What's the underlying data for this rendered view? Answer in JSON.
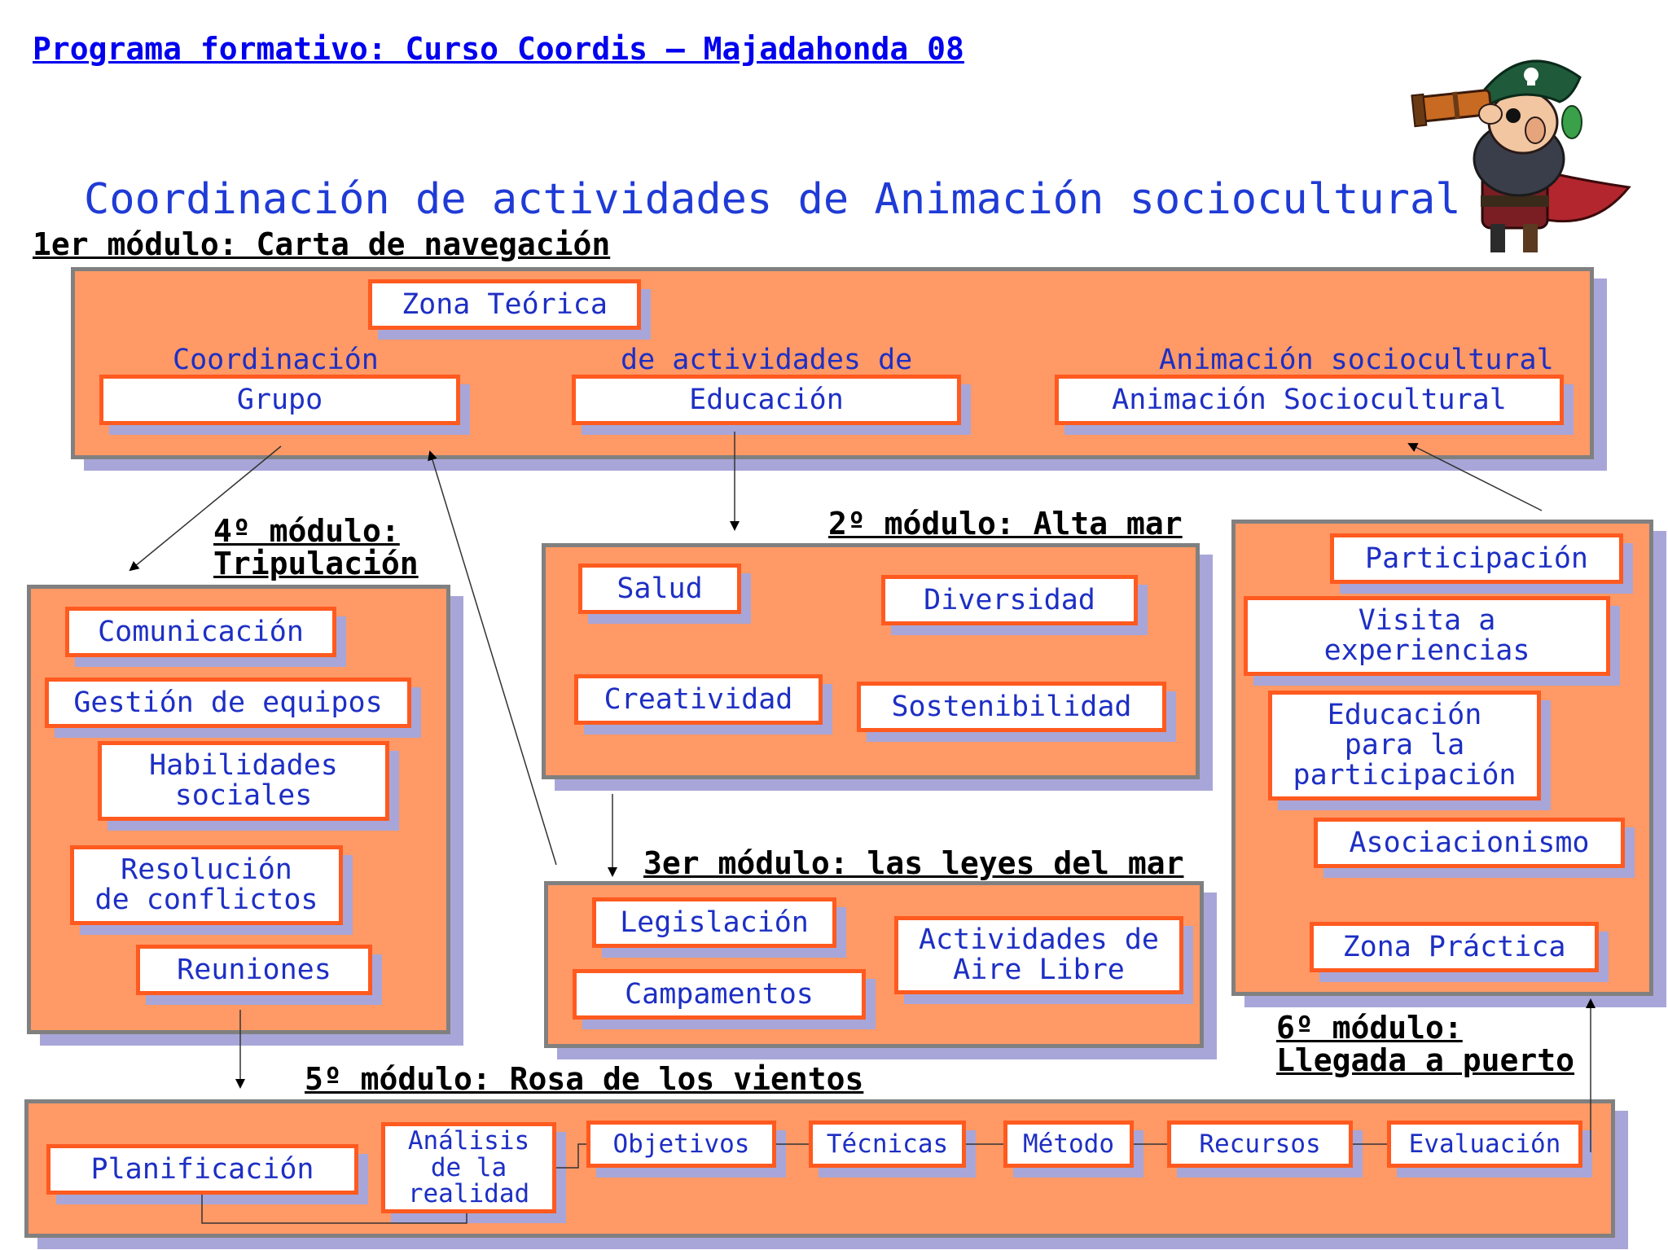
{
  "header": {
    "link": "Programa formativo: Curso Coordis – Majadahonda 08",
    "title": "Coordinación de actividades de Animación sociocultural"
  },
  "module1": {
    "title": "1er módulo: Carta de navegación",
    "zona_teorica": "Zona Teórica",
    "label_coordinacion": "Coordinación",
    "label_actividades": "de actividades de",
    "label_animacion": "Animación sociocultural",
    "grupo": "Grupo",
    "educacion": "Educación",
    "animacion_sc": "Animación Sociocultural"
  },
  "module2": {
    "title": "2º módulo: Alta mar",
    "items": [
      "Salud",
      "Diversidad",
      "Creatividad",
      "Sostenibilidad"
    ]
  },
  "module3": {
    "title": "3er módulo: las leyes del mar",
    "items": [
      "Legislación",
      "Actividades de\nAire Libre",
      "Campamentos"
    ]
  },
  "module4": {
    "title": "4º módulo:\nTripulación",
    "items": [
      "Comunicación",
      "Gestión de equipos",
      "Habilidades\nsociales",
      "Resolución\nde conflictos",
      "Reuniones"
    ]
  },
  "module5": {
    "title": "5º módulo: Rosa de los vientos",
    "items": [
      "Planificación",
      "Análisis\nde la\nrealidad",
      "Objetivos",
      "Técnicas",
      "Método",
      "Recursos",
      "Evaluación"
    ]
  },
  "module6": {
    "title": "6º módulo:\nLlegada a puerto",
    "items": [
      "Participación",
      "Visita a\nexperiencias",
      "Educación\npara la\nparticipación",
      "Asociacionismo",
      "Zona Práctica"
    ]
  },
  "colors": {
    "panel": "#ff9966",
    "box_border": "#ff5a1f",
    "text_blue": "#1d2fc4",
    "shadow": "#a8a6d8"
  },
  "icons": {
    "mascot": "pirate-with-spyglass-icon"
  }
}
